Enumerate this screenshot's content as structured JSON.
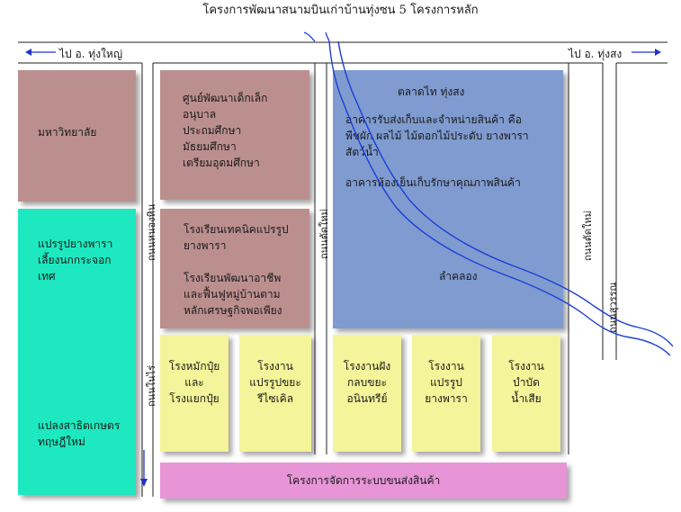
{
  "title": "โครงการพัฒนาสนามบินเก่าบ้านทุ่งซน 5 โครงการหลัก",
  "directions": {
    "left": "ไป อ. ทุ่งใหญ่",
    "right": "ไป อ. ทุ่งสง"
  },
  "roads": {
    "left_upper": "ถนนหนองหิน",
    "left_lower": "ถนนในไร่",
    "middle": "ถนนตัดใหม่",
    "right_upper": "ถนนตัดใหม่",
    "right_lower": "ถนนสุวรรณ"
  },
  "boxes": {
    "university": "มหาวิทยาลัย",
    "rubber_processing": "แปรรูปยางพารา\nเลี้ยงนกกระจอก\nเทศ",
    "demo_plot": "แปลงสาธิตเกษตร\nทฤษฎีใหม่",
    "education_center": "ศูนย์พัฒนาเด็กเล็ก\nอนุบาล\nประถมศึกษา\nมัธยมศึกษา\nเตรียมอุดมศึกษา",
    "tech_school": "โรงเรียนเทคนิคแปรรูป\nยางพารา",
    "vocational_school": "โรงเรียนพัฒนาอาชีพ\nและฟื้นฟูหมู่บ้านตาม\nหลักเศรษฐกิจพอเพียง",
    "market_title": "ตลาดไท ทุ่งสง",
    "market_building1": "อาคารรับส่งเก็บและจำหน่ายสินค้า คือ\nพืชผัก ผลไม้ ไม้ดอกไม้ประดับ ยางพารา\nสัตว์น้ำ",
    "market_building2": "อาคารห้องเย็นเก็บรักษาคุณภาพสินค้า",
    "canal": "ลำคลอง",
    "fertilizer": "โรงหมักปุ๋ย\nและ\nโรงแยกปุ๋ย",
    "recycling": "โรงงาน\nแปรรูปขยะ\nรีไซเคิล",
    "waste_burial": "โรงงานฝัง\nกลบขยะ\nอนินทรีย์",
    "rubber_factory": "โรงงาน\nแปรรูป\nยางพารา",
    "water_treatment": "โรงงาน\nบำบัด\nน้ำเสีย",
    "logistics": "โครงการจัดการระบบขนส่งสินค้า"
  },
  "colors": {
    "brown": "#bc8f8f",
    "turquoise": "#1ee8c0",
    "blue": "#7f9bd0",
    "yellow": "#f4f49a",
    "pink": "#e795d6",
    "river": "#1a3fd6",
    "arrow": "#2233cc"
  }
}
